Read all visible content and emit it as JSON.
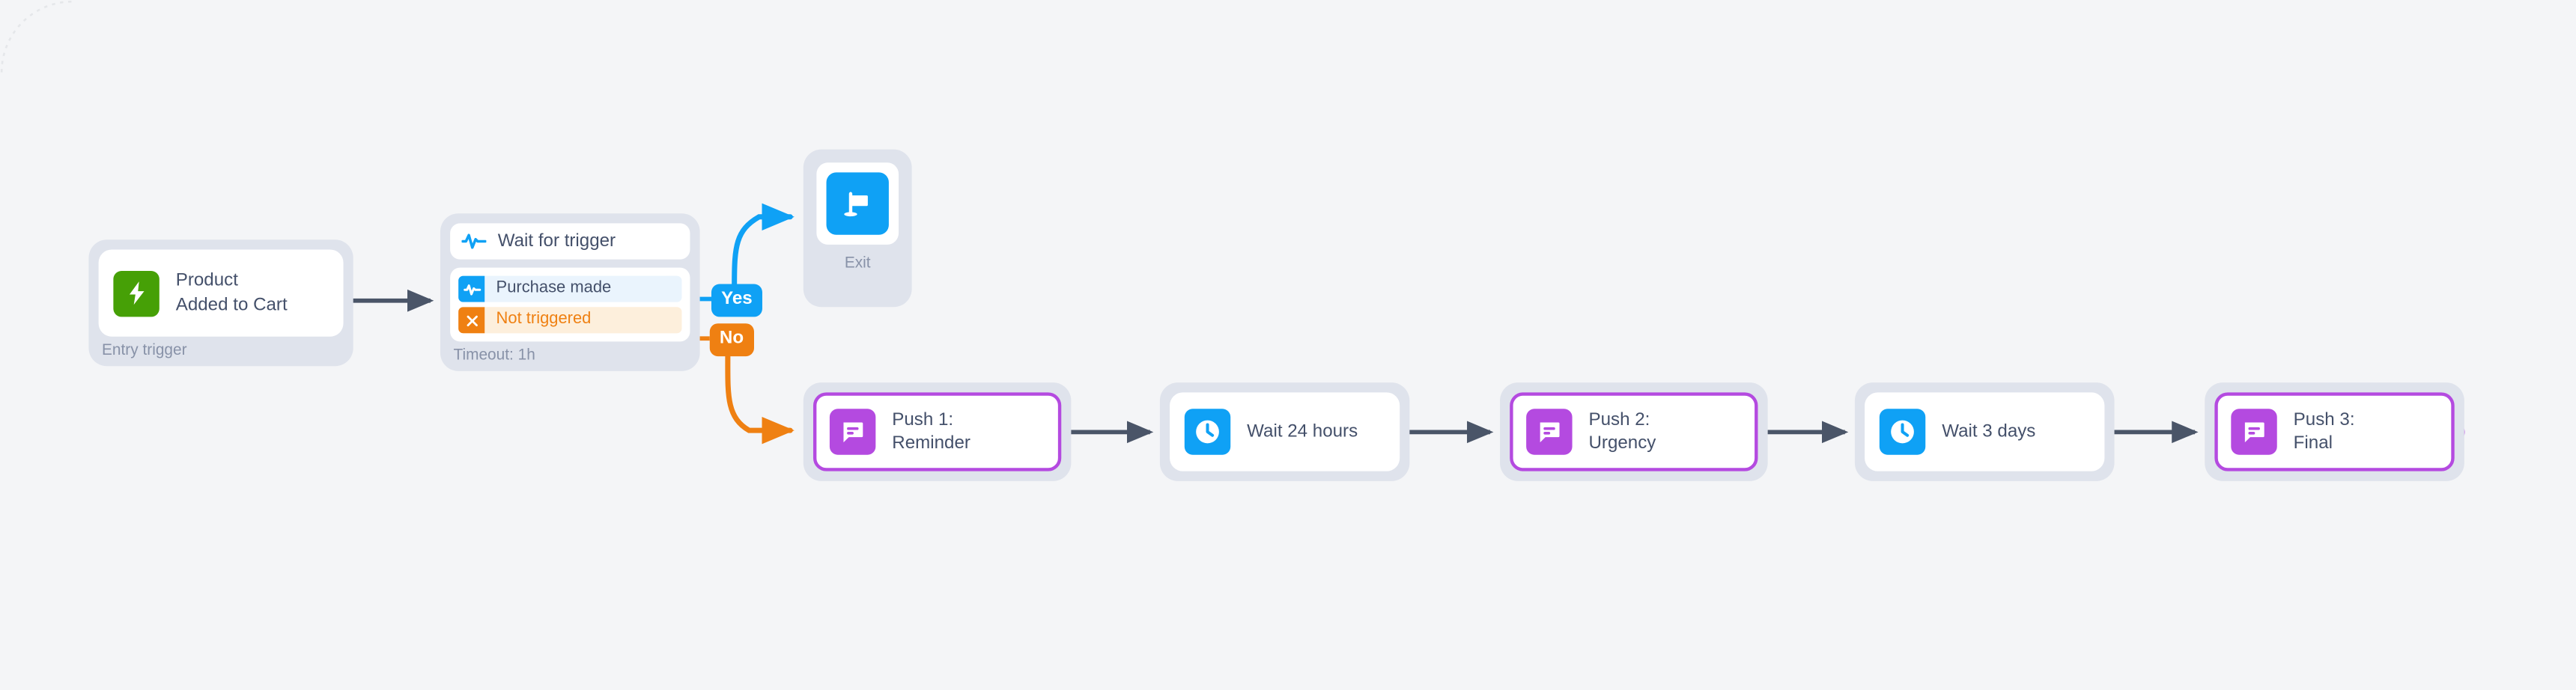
{
  "canvas": {
    "background": "#F4F5F7",
    "shell_color": "#DFE3EC",
    "accent_blue": "#0FA1F5",
    "accent_orange": "#EF8012",
    "accent_purple": "#B44AE0",
    "accent_green": "#46A006",
    "edge_color": "#4A5568"
  },
  "nodes": {
    "entry": {
      "title": "Product\nAdded to Cart",
      "caption": "Entry trigger",
      "icon": "lightning-bolt-icon",
      "icon_color": "#46A006"
    },
    "branch": {
      "header_label": "Wait for trigger",
      "header_icon": "activity-pulse-icon",
      "caption": "Timeout: 1h",
      "rows": [
        {
          "label": "Purchase made",
          "icon": "activity-pulse-icon",
          "icon_color": "#0FA1F5",
          "outcome": "Yes"
        },
        {
          "label": "Not triggered",
          "icon": "close-x-icon",
          "icon_color": "#EF8012",
          "outcome": "No"
        }
      ]
    },
    "exit": {
      "caption": "Exit",
      "icon": "flag-icon",
      "icon_color": "#0FA1F5"
    },
    "push1": {
      "title": "Push 1:\nReminder",
      "icon": "chat-bubble-icon",
      "icon_color": "#B44AE0"
    },
    "wait1": {
      "title": "Wait 24 hours",
      "icon": "clock-icon",
      "icon_color": "#0FA1F5"
    },
    "push2": {
      "title": "Push 2:\nUrgency",
      "icon": "chat-bubble-icon",
      "icon_color": "#B44AE0"
    },
    "wait2": {
      "title": "Wait 3 days",
      "icon": "clock-icon",
      "icon_color": "#0FA1F5"
    },
    "push3": {
      "title": "Push 3:\nFinal",
      "icon": "chat-bubble-icon",
      "icon_color": "#B44AE0"
    }
  },
  "badges": {
    "yes": "Yes",
    "no": "No"
  }
}
